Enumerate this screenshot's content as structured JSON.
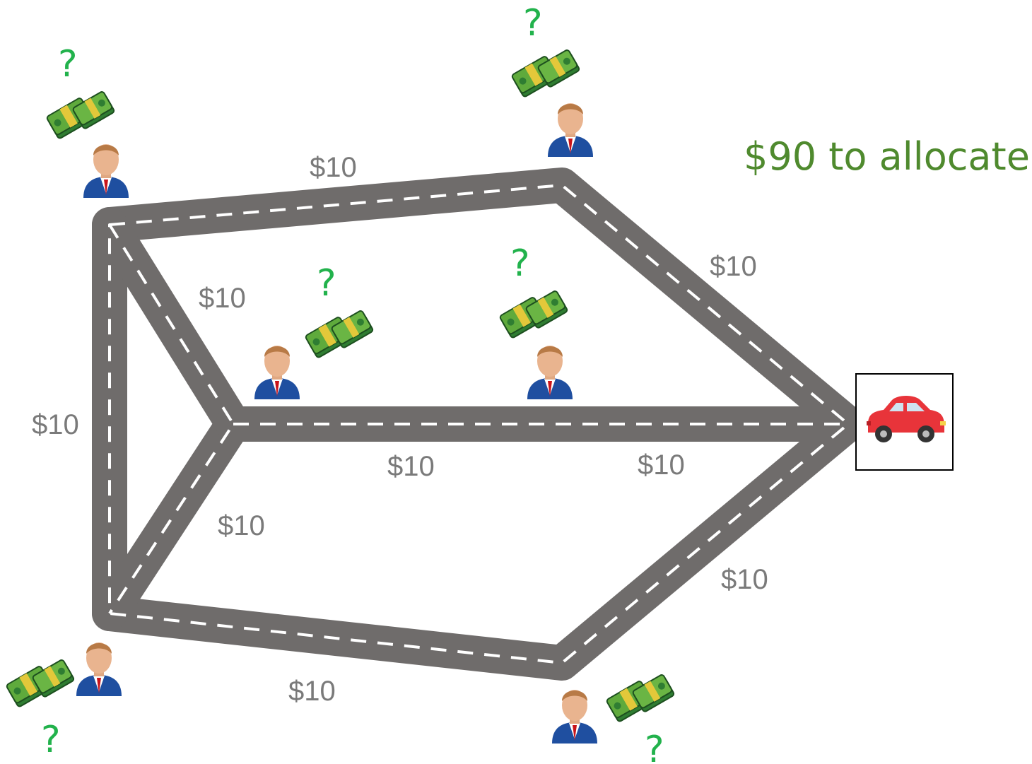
{
  "budget_text": "$90 to allocate",
  "road_labels": {
    "top": "$10",
    "upper_right": "$10",
    "left": "$10",
    "upper_diagonal": "$10",
    "middle_left": "$10",
    "middle_right": "$10",
    "lower_diagonal": "$10",
    "lower_right": "$10",
    "bottom": "$10"
  },
  "question_mark": "?",
  "colors": {
    "road": "#6f6c6b",
    "road_dash": "#ffffff",
    "label": "#7a7a7a",
    "question": "#22b24c",
    "budget": "#4f8a2e",
    "car": "#e8343a"
  },
  "icons": {
    "person": "businessman-icon",
    "money": "cash-stack-icon",
    "vehicle": "red-car-icon"
  }
}
